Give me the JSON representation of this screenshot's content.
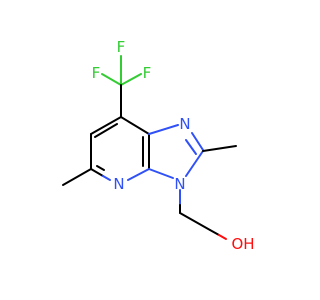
{
  "molecule": {
    "atoms": {
      "n1": "N",
      "n2": "N",
      "n3": "N",
      "oh": "OH",
      "f1": "F",
      "f2": "F",
      "f3": "F"
    },
    "colors": {
      "bond": "#000000",
      "nitrogen": "#3050F8",
      "oxygen": "#FF0D0D",
      "fluorine": "#33CC33"
    }
  }
}
